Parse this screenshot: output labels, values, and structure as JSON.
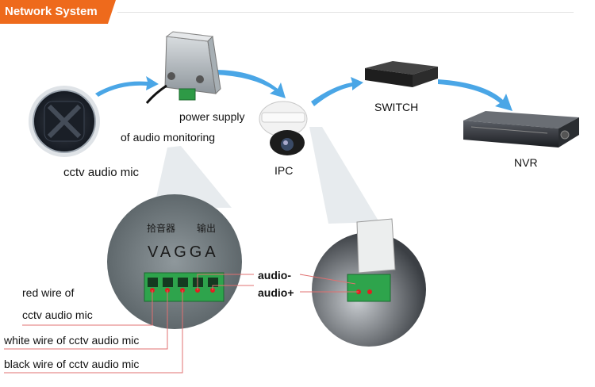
{
  "header": {
    "title": "Network System"
  },
  "labels": {
    "mic": "cctv audio mic",
    "power1": "power supply",
    "power2": "of audio monitoring",
    "ipc": "IPC",
    "switch": "SWITCH",
    "nvr": "NVR",
    "audio_minus": "audio-",
    "audio_plus": "audio+",
    "red1": "red wire of",
    "red2": "cctv audio mic",
    "white": "white wire of cctv audio mic",
    "black": "black wire of cctv audio mic",
    "chinese1": "拾音器",
    "chinese2": "输出",
    "terminals": "VAGGA"
  },
  "colors": {
    "accent": "#ee6a1c",
    "arrow": "#4aa6e6",
    "wire": "#e07070"
  }
}
